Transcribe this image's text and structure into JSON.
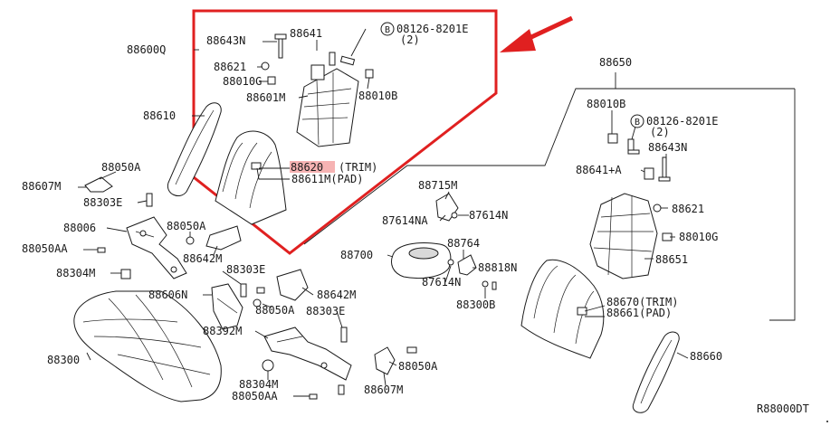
{
  "diagram": {
    "reference_code": "R88000DT",
    "highlight_color": "#e02020",
    "highlight_fill": "#f6b3b3",
    "ink_color": "#1a1a1a",
    "labels": {
      "p88600Q": "88600Q",
      "p88643N_a": "88643N",
      "p88641_a": "88641",
      "p08126_a": "08126-8201E",
      "p08126_a_qty": "(2)",
      "p88621_a": "88621",
      "p88010G_a": "88010G",
      "p88010B_a": "88010B",
      "p88601M": "88601M",
      "p88610": "88610",
      "p88620_num": "88620",
      "p88620_note": "(TRIM)",
      "p88611M": "88611M(PAD)",
      "p88050A_a": "88050A",
      "p88607M_a": "88607M",
      "p88303E_a": "88303E",
      "p88006": "88006",
      "p88050A_b": "88050A",
      "p88050AA_a": "88050AA",
      "p88642M_a": "88642M",
      "p88304M_a": "88304M",
      "p88303E_b": "88303E",
      "p88606N": "88606N",
      "p88642M_b": "88642M",
      "p88050A_c": "88050A",
      "p88303E_c": "88303E",
      "p88392M": "88392M",
      "p88300": "88300",
      "p88304M_b": "88304M",
      "p88050AA_b": "88050AA",
      "p88050A_d": "88050A",
      "p88607M_b": "88607M",
      "p88715M": "88715M",
      "p87614NA": "87614NA",
      "p87614N_a": "87614N",
      "p88700": "88700",
      "p88764": "88764",
      "p88818N": "88818N",
      "p87614N_b": "87614N",
      "p88300B": "88300B",
      "p88650": "88650",
      "p88010B_b": "88010B",
      "p08126_b": "08126-8201E",
      "p08126_b_qty": "(2)",
      "p88643N_b": "88643N",
      "p88641A": "88641+A",
      "p88621_b": "88621",
      "p88010G_b": "88010G",
      "p88651": "88651",
      "p88670": "88670(TRIM)",
      "p88661": "88661(PAD)",
      "p88660": "88660",
      "bolt_symbol": "B"
    }
  }
}
